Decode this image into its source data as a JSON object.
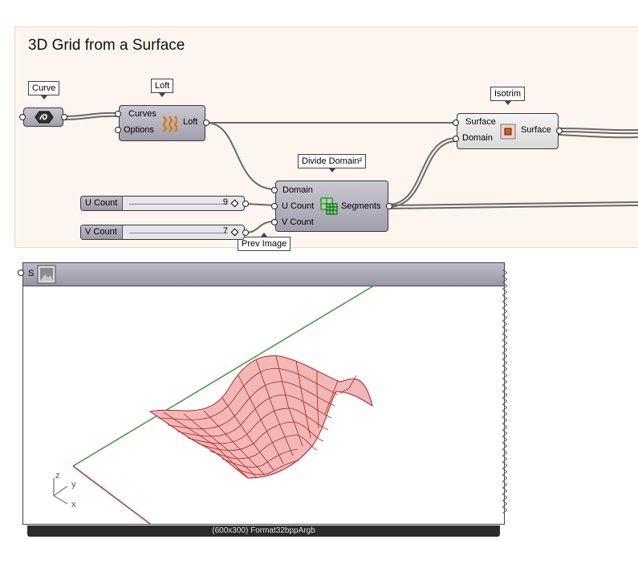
{
  "group": {
    "title": "3D Grid from a Surface"
  },
  "tags": {
    "curve": "Curve",
    "loft": "Loft",
    "isotrim": "Isotrim",
    "divide_domain": "Divide Domain²",
    "prev_image": "Prev Image"
  },
  "loft": {
    "input_curves": "Curves",
    "input_options": "Options",
    "output": "Loft"
  },
  "isotrim": {
    "input_surface": "Surface",
    "input_domain": "Domain",
    "output": "Surface"
  },
  "divide": {
    "input_domain": "Domain",
    "input_u": "U Count",
    "input_v": "V Count",
    "output": "Segments"
  },
  "sliders": [
    {
      "name": "U Count",
      "value": "9"
    },
    {
      "name": "V Count",
      "value": "7"
    }
  ],
  "preview": {
    "input_label": "S",
    "footer": "(600x300) Format32bppArgb",
    "axes": {
      "z": "z",
      "y": "y",
      "x": "x"
    },
    "icon": "image-icon"
  },
  "colors": {
    "wire": "#555555",
    "surface_fill": "#f2b8b8",
    "surface_line": "#b02020",
    "axis_green": "#3a9a3a",
    "axis_red": "#a04040"
  }
}
